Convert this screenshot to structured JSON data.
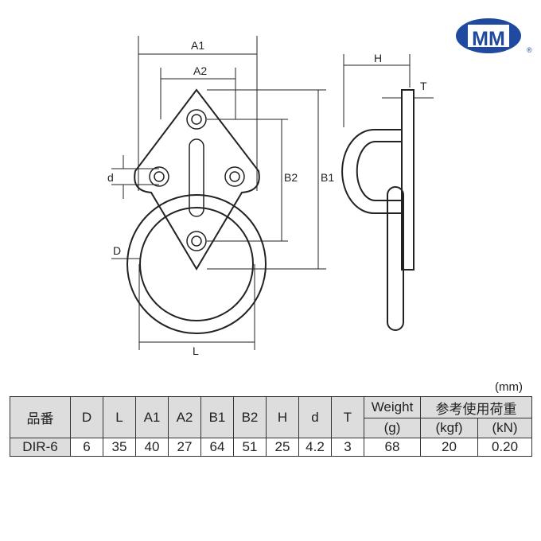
{
  "logo": {
    "text": "MM",
    "registered": "®",
    "color": "#1f4aa0"
  },
  "drawing": {
    "labels": {
      "A1": "A1",
      "A2": "A2",
      "B1": "B1",
      "B2": "B2",
      "d": "d",
      "D": "D",
      "L": "L",
      "H": "H",
      "T": "T"
    }
  },
  "table": {
    "unit": "(mm)",
    "headers": {
      "product": "品番",
      "D": "D",
      "L": "L",
      "A1": "A1",
      "A2": "A2",
      "B1": "B1",
      "B2": "B2",
      "H": "H",
      "d": "d",
      "T": "T",
      "weight": "Weight",
      "weight_unit": "(g)",
      "load": "参考使用荷重",
      "kgf": "(kgf)",
      "kN": "(kN)"
    },
    "row": {
      "product": "DIR-6",
      "D": "6",
      "L": "35",
      "A1": "40",
      "A2": "27",
      "B1": "64",
      "B2": "51",
      "H": "25",
      "d": "4.2",
      "T": "3",
      "weight": "68",
      "kgf": "20",
      "kN": "0.20"
    }
  }
}
